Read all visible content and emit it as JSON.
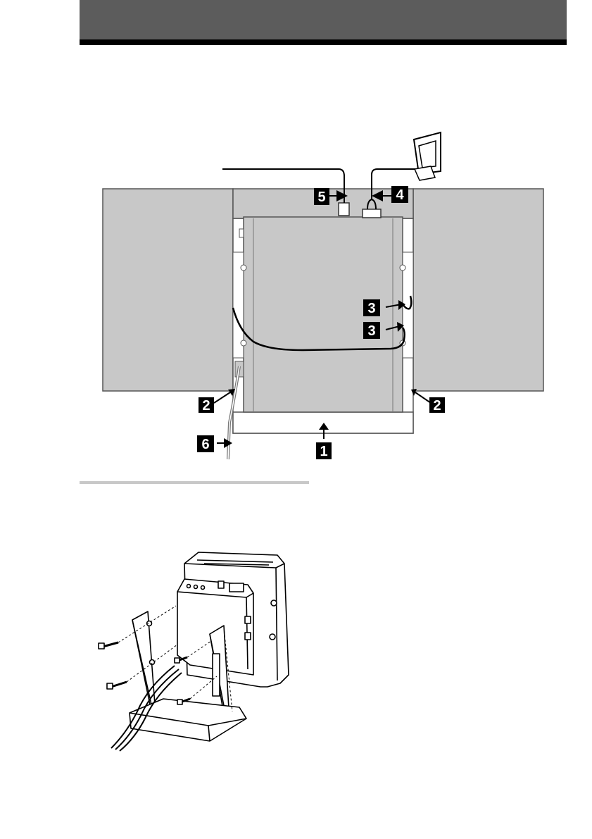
{
  "callouts": [
    {
      "id": "callout-5",
      "text": "5"
    },
    {
      "id": "callout-4",
      "text": "4"
    },
    {
      "id": "callout-3a",
      "text": "3"
    },
    {
      "id": "callout-3b",
      "text": "3"
    },
    {
      "id": "callout-2-left",
      "text": "2"
    },
    {
      "id": "callout-2-right",
      "text": "2"
    },
    {
      "id": "callout-6",
      "text": "6"
    },
    {
      "id": "callout-1",
      "text": "1"
    }
  ],
  "colors": {
    "header_band": "#5c5c5c",
    "speaker_panel": "#c8c8c8",
    "unit_body": "#c8c8c8",
    "section_rule": "#c8c8c8"
  }
}
